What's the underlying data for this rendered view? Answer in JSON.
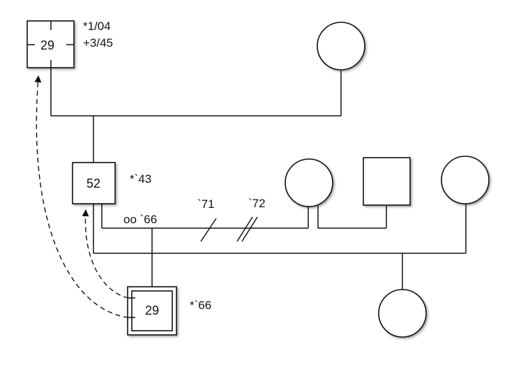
{
  "people": {
    "grandfather": {
      "age": "29",
      "birth": "*1/04",
      "death": "+3/45"
    },
    "father": {
      "age": "52",
      "birth": "*`43"
    },
    "index_person": {
      "age": "29",
      "birth": "*`66"
    }
  },
  "relations": {
    "marriage": "oo `66",
    "separation": "`71",
    "divorce": "`72"
  },
  "colors": {
    "stroke": "#111111",
    "fill": "#ffffff",
    "background": "#ffffff"
  }
}
